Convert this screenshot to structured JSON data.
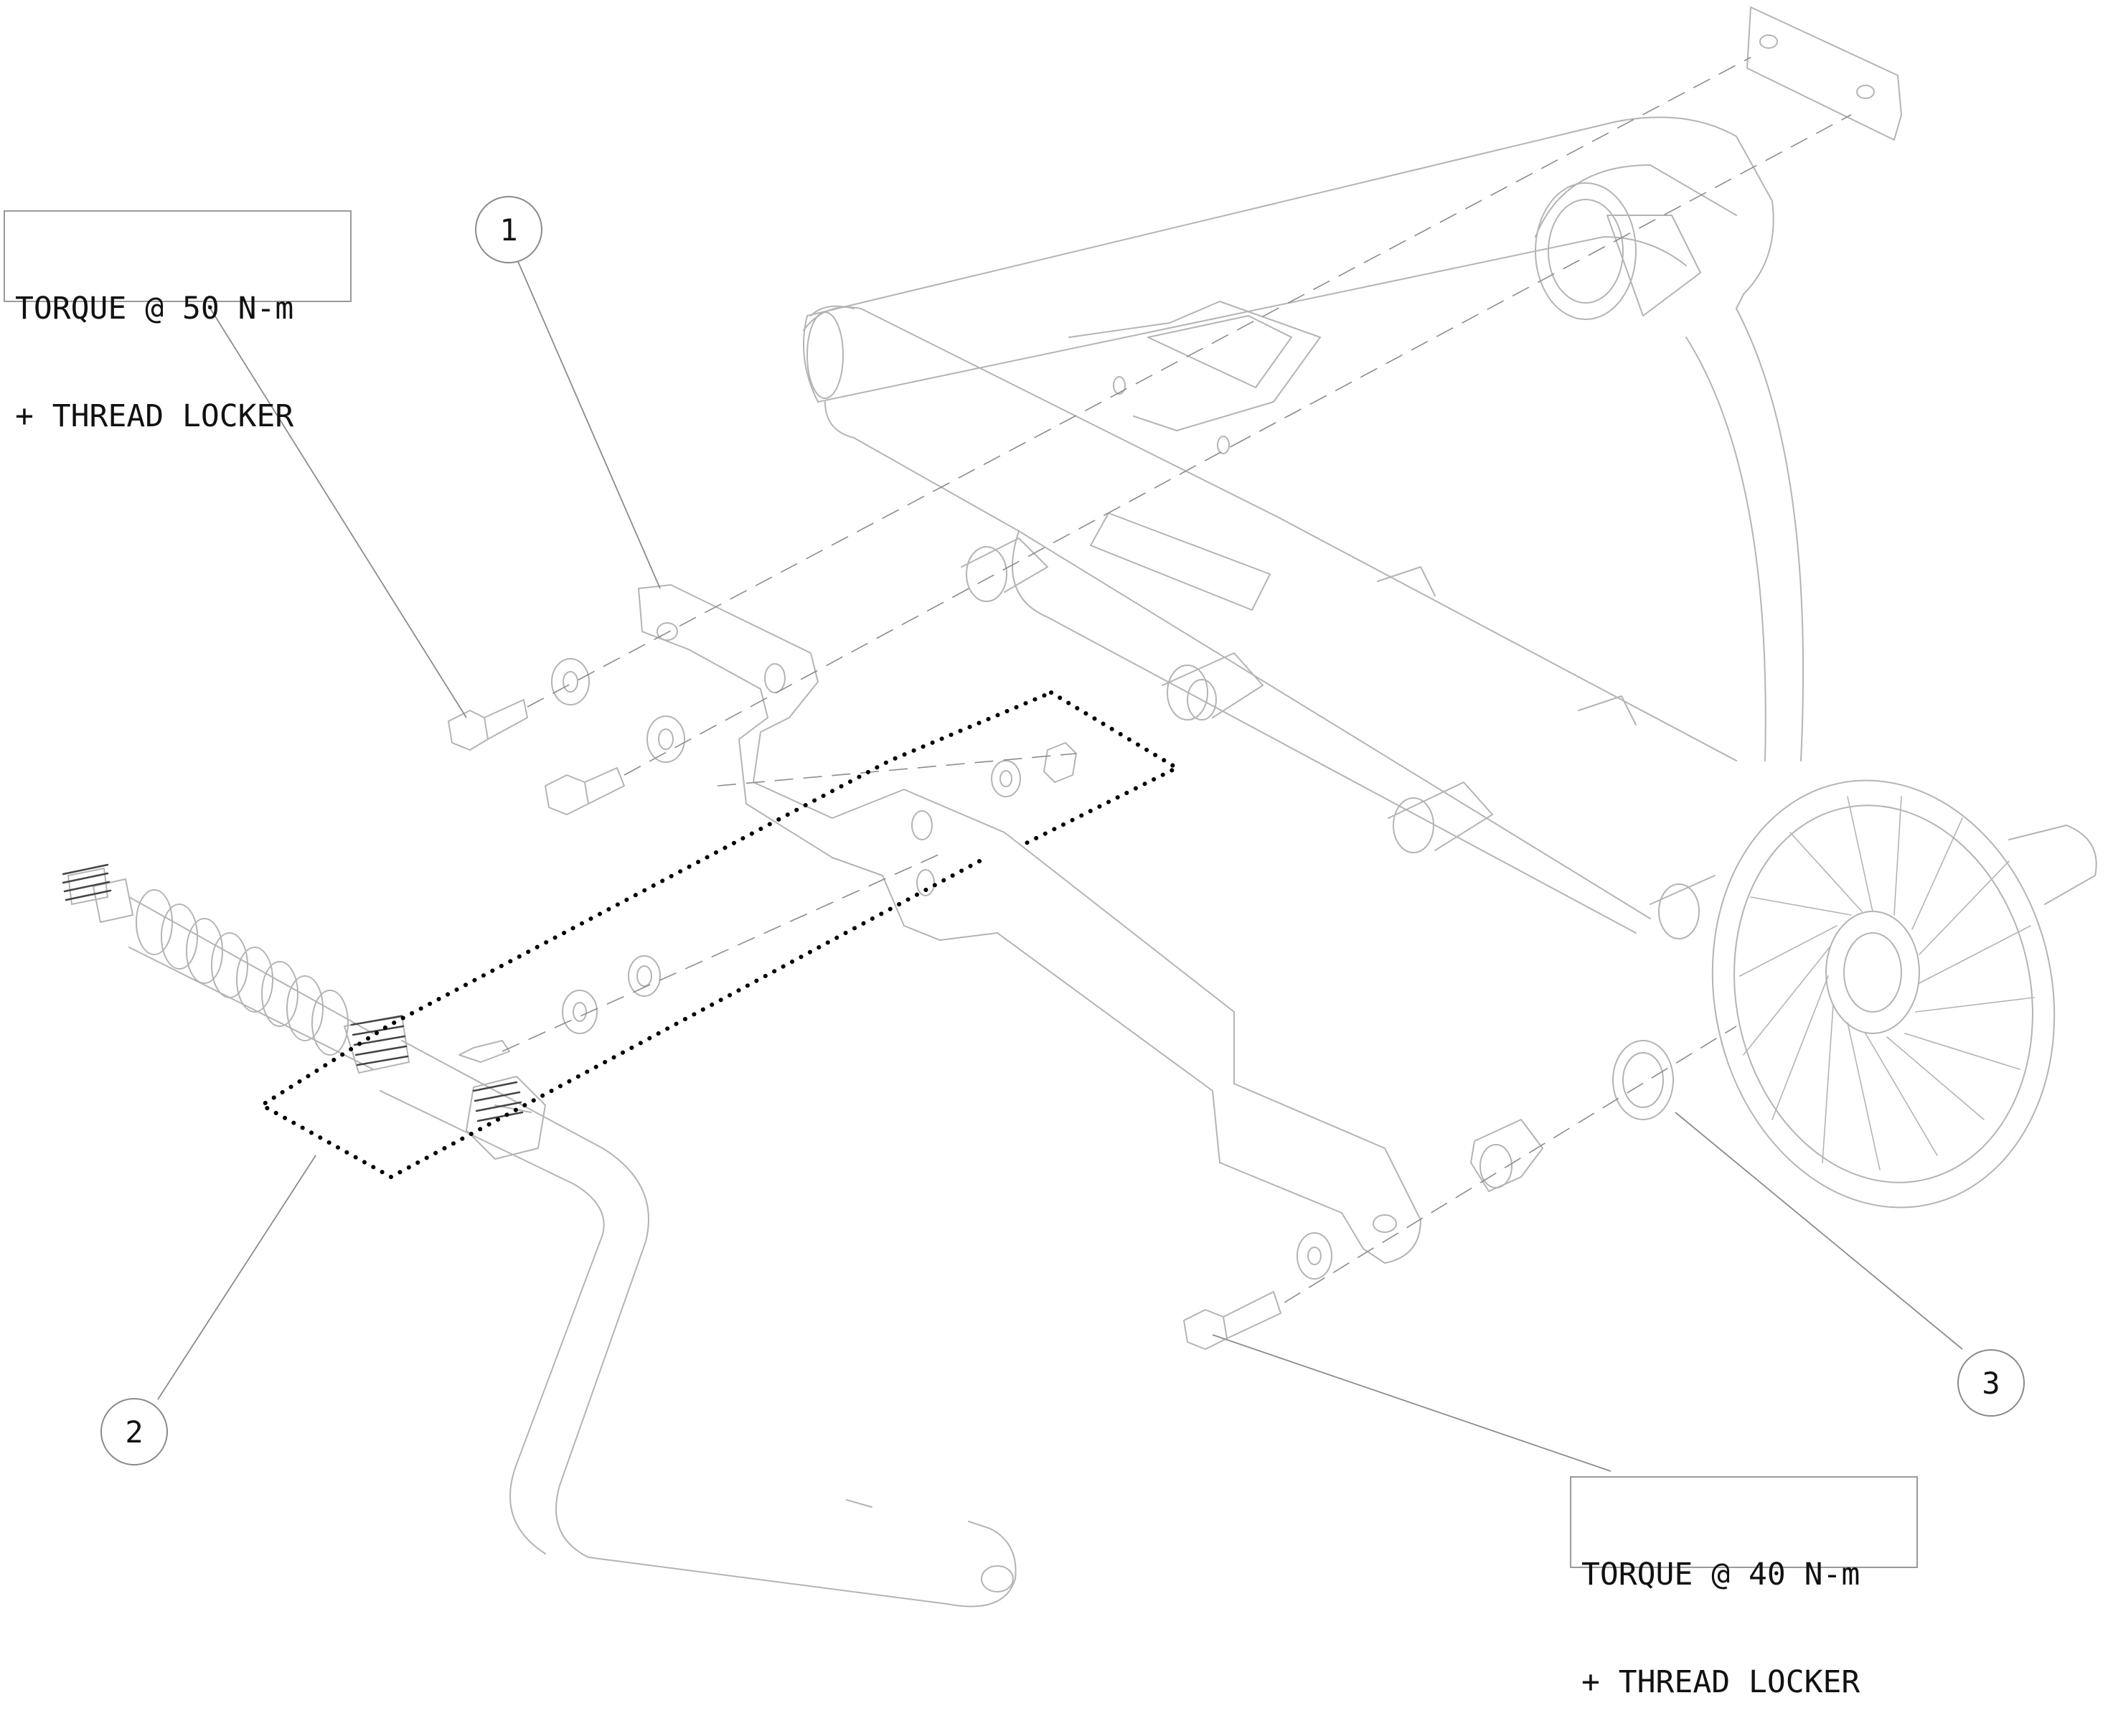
{
  "notes": {
    "torque_50": {
      "line1": "TORQUE @ 50 N-m",
      "line2": "+ THREAD LOCKER"
    },
    "torque_40": {
      "line1": "TORQUE @ 40 N-m",
      "line2": "+ THREAD LOCKER"
    }
  },
  "callouts": {
    "item1": "1",
    "item2": "2",
    "item3": "3"
  },
  "colors": {
    "part_stroke": "#b4b4b4",
    "leader_line": "#8c8c8c",
    "detail_dots": "#000000",
    "text": "#111111"
  }
}
